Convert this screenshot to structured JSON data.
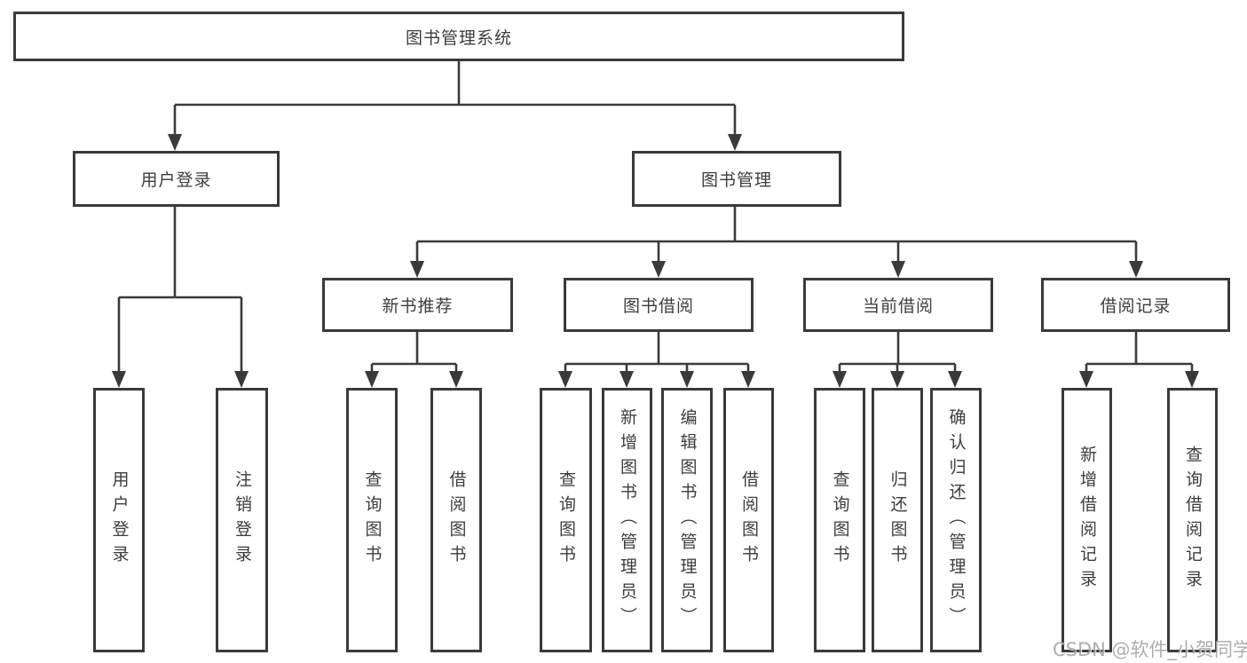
{
  "tree": {
    "root": {
      "label": "图书管理系统"
    },
    "user_login": {
      "label": "用户登录",
      "children": [
        {
          "label": "用户登录"
        },
        {
          "label": "注销登录"
        }
      ]
    },
    "book_mgmt": {
      "label": "图书管理",
      "groups": [
        {
          "label": "新书推荐",
          "children": [
            {
              "label": "查询图书"
            },
            {
              "label": "借阅图书"
            }
          ]
        },
        {
          "label": "图书借阅",
          "children": [
            {
              "label": "查询图书"
            },
            {
              "label": "新增图书（管理员）"
            },
            {
              "label": "编辑图书（管理员）"
            },
            {
              "label": "借阅图书"
            }
          ]
        },
        {
          "label": "当前借阅",
          "children": [
            {
              "label": "查询图书"
            },
            {
              "label": "归还图书"
            },
            {
              "label": "确认归还（管理员）"
            }
          ]
        },
        {
          "label": "借阅记录",
          "children": [
            {
              "label": "新增借阅记录"
            },
            {
              "label": "查询借阅记录"
            }
          ]
        }
      ]
    }
  },
  "watermark": {
    "text": "CSDN @软件_小贺同学"
  },
  "colors": {
    "line": "#3a3a3a",
    "text": "#3d3d3d",
    "background": "#ffffff",
    "watermark": "#a0a0a0"
  }
}
